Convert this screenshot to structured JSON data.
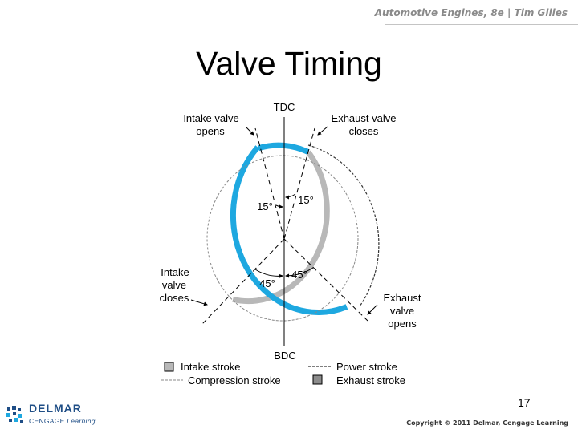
{
  "header": {
    "credit": "Automotive Engines, 8e  |  Tim Gilles"
  },
  "slide": {
    "title": "Valve Timing",
    "page_number": "17"
  },
  "diagram": {
    "labels": {
      "tdc": "TDC",
      "bdc": "BDC",
      "intake_opens": [
        "Intake valve",
        "opens"
      ],
      "exhaust_closes": [
        "Exhaust valve",
        "closes"
      ],
      "intake_closes": [
        "Intake",
        "valve",
        "closes"
      ],
      "exhaust_opens": [
        "Exhaust",
        "valve",
        "opens"
      ]
    },
    "angles": {
      "top_left": "15°",
      "top_right": "15°",
      "bottom_left": "45°",
      "bottom_right": "45°"
    },
    "legend": {
      "intake": "Intake stroke",
      "power": "Power stroke",
      "compression": "Compression stroke",
      "exhaust": "Exhaust stroke"
    },
    "colors": {
      "intake": "#1ea8e0",
      "exhaust": "#b8b8b8",
      "dashed": "#333333"
    }
  },
  "footer": {
    "brand": "DELMAR",
    "sub_a": "CENGAGE",
    "sub_b": "Learning",
    "copyright": "Copyright © 2011 Delmar, Cengage Learning"
  }
}
